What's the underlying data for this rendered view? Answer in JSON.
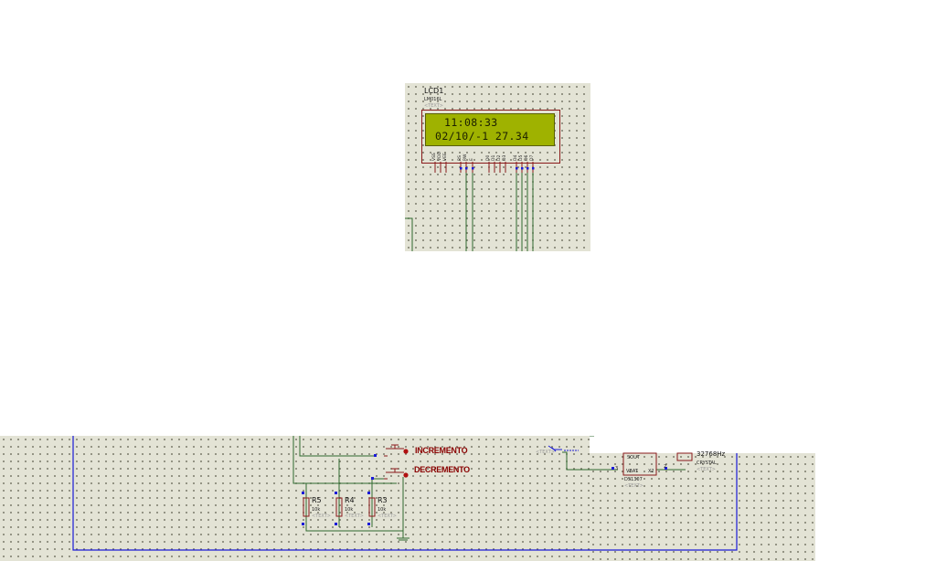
{
  "lcd": {
    "ref": "LCD1",
    "part": "LM016L",
    "text_hint": "<TEXT>",
    "line1": "11:08:33",
    "line2": "02/10/-1 27.34",
    "pins": [
      "VSS",
      "VDD",
      "VEE",
      "RS",
      "RW",
      "E",
      "D0",
      "D1",
      "D2",
      "D3",
      "D4",
      "D5",
      "D6",
      "D7"
    ],
    "pin_numbers": [
      "1",
      "2",
      "3",
      "4",
      "5",
      "6",
      "7",
      "8",
      "9",
      "10",
      "11",
      "12",
      "13",
      "14"
    ]
  },
  "buttons": {
    "increment_label": "INCREMENTO",
    "decrement_label": "DECREMENTO"
  },
  "resistors": [
    {
      "ref": "R5",
      "value": "10k",
      "text": "<TEXT>"
    },
    {
      "ref": "R4",
      "value": "10k",
      "text": "<TEXT>"
    },
    {
      "ref": "R3",
      "value": "10k",
      "text": "<TEXT>"
    }
  ],
  "rtc": {
    "pin_sout": "SOUT",
    "pin_vbat": "VBAT",
    "pin_x2": "X2",
    "part": "DS1307",
    "text_hint": "<TEXT>",
    "pin_num_3": "3",
    "pin_num_2": "2"
  },
  "crystal": {
    "freq": "32768Hz",
    "kind": "CRYSTAL",
    "text_hint": "<TEXT>"
  },
  "probe": {
    "text_hint": "<TEXT>"
  },
  "colors": {
    "wire": "#2f6a2f",
    "bus_frame": "#1b1bd8",
    "component_outline": "#8a1a1a",
    "lcd_screen": "#9fb200",
    "button_label": "#8a0000"
  }
}
